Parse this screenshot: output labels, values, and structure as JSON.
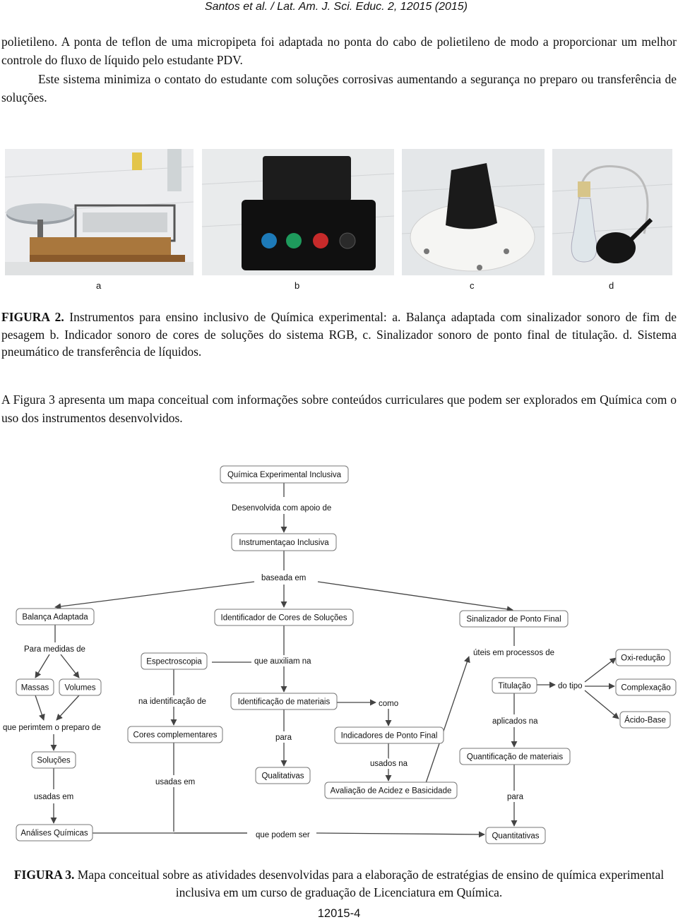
{
  "header": "Santos et al. / Lat. Am. J. Sci. Educ. 2, 12015 (2015)",
  "para1": "polietileno. A ponta de teflon de uma micropipeta foi adaptada no ponta do cabo de polietileno de modo a proporcionar um melhor controle do fluxo de líquido pelo estudante PDV.",
  "para2": "Este sistema minimiza o contato do estudante com soluções corrosivas aumentando a segurança no preparo ou transferência de soluções.",
  "fig2": {
    "labels": [
      "a",
      "b",
      "c",
      "d"
    ],
    "caption_bold": "FIGURA 2.",
    "caption_text": " Instrumentos para ensino inclusivo de Química experimental: a. Balança adaptada com sinalizador sonoro de fim de pesagem b. Indicador sonoro de cores de soluções do sistema RGB, c. Sinalizador sonoro de ponto final de titulação. d. Sistema pneumático de transferência de líquidos."
  },
  "para3": "A Figura 3 apresenta um mapa conceitual com informações sobre conteúdos curriculares que podem ser explorados em Química com o uso dos instrumentos desenvolvidos.",
  "concept_map": {
    "nodes": {
      "qei": "Química Experimental Inclusiva",
      "inst": "Instrumentaçao Inclusiva",
      "bal": "Balança Adaptada",
      "icor": "Identificador de Cores de Soluções",
      "spf": "Sinalizador de Ponto Final",
      "esp": "Espectroscopia",
      "oxi": "Oxi-redução",
      "mass": "Massas",
      "vol": "Volumes",
      "idm": "Identificação de materiais",
      "tit": "Titulação",
      "comp": "Complexação",
      "acb": "Ácido-Base",
      "ccomp": "Cores complementares",
      "ipf": "Indicadores de Ponto Final",
      "sol": "Soluções",
      "qmat": "Quantificação de materiais",
      "qual": "Qualitativas",
      "aab": "Avaliação de Acidez e Basicidade",
      "aq": "Análises Químicas",
      "quant": "Quantitativas"
    },
    "links": {
      "desenv": "Desenvolvida com apoio de",
      "baseada": "baseada em",
      "paramed": "Para medidas de",
      "queaux": "que auxiliam na",
      "uteis": "úteis em processos de",
      "naident": "na identificação de",
      "como": "como",
      "dotipo": "do tipo",
      "qprep": "que perimtem o preparo de",
      "para1": "para",
      "aplic": "aplicados na",
      "usados": "usados na",
      "usadas1": "usadas em",
      "usadas2": "usadas em",
      "para2": "para",
      "qpodem": "que podem ser"
    }
  },
  "fig3": {
    "caption_bold": "FIGURA 3.",
    "caption_text": " Mapa conceitual sobre as atividades desenvolvidas para a elaboração de estratégias de ensino de química experimental inclusiva em um curso de graduação de Licenciatura em Química."
  },
  "page_number": "12015-4"
}
